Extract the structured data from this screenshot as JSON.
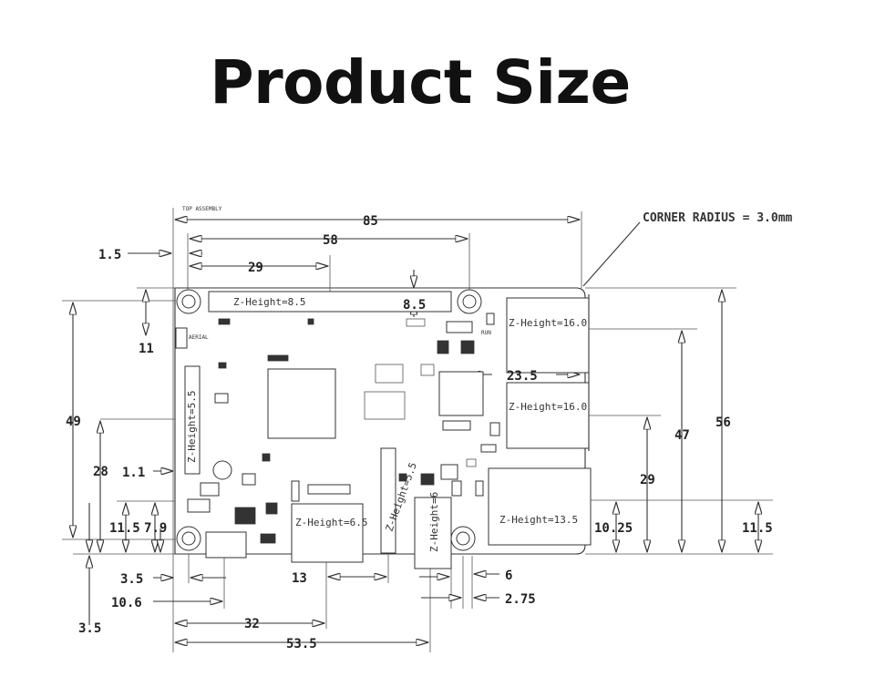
{
  "title": "Product Size",
  "labels": {
    "top_assembly": "TOP ASSEMBLY",
    "corner_radius": "CORNER RADIUS = 3.0mm",
    "aerial": "AERIAL",
    "run": "RUN",
    "z_gpio": "Z-Height=8.5",
    "z_usb_top": "Z-Height=16.0",
    "z_usb_mid": "Z-Height=16.0",
    "z_ethernet": "Z-Height=13.5",
    "z_hdmi": "Z-Height=6.5",
    "z_display": "Z-Height=5.5",
    "z_camera": "Z-Height=5.5",
    "z_audio": "Z-Height=6"
  },
  "dimensions": {
    "d85": "85",
    "d58": "58",
    "d29_top": "29",
    "d1_5": "1.5",
    "d8_5": "8.5",
    "d11": "11",
    "d49": "49",
    "d28": "28",
    "d1_1": "1.1",
    "d11_5_left": "11.5",
    "d7_9": "7.9",
    "d3_5_a": "3.5",
    "d10_6": "10.6",
    "d3_5_b": "3.5",
    "d32": "32",
    "d53_5": "53.5",
    "d13": "13",
    "d6": "6",
    "d2_75": "2.75",
    "d23_5": "23.5",
    "d47": "47",
    "d56": "56",
    "d29_right": "29",
    "d10_25": "10.25",
    "d11_5_right": "11.5"
  }
}
